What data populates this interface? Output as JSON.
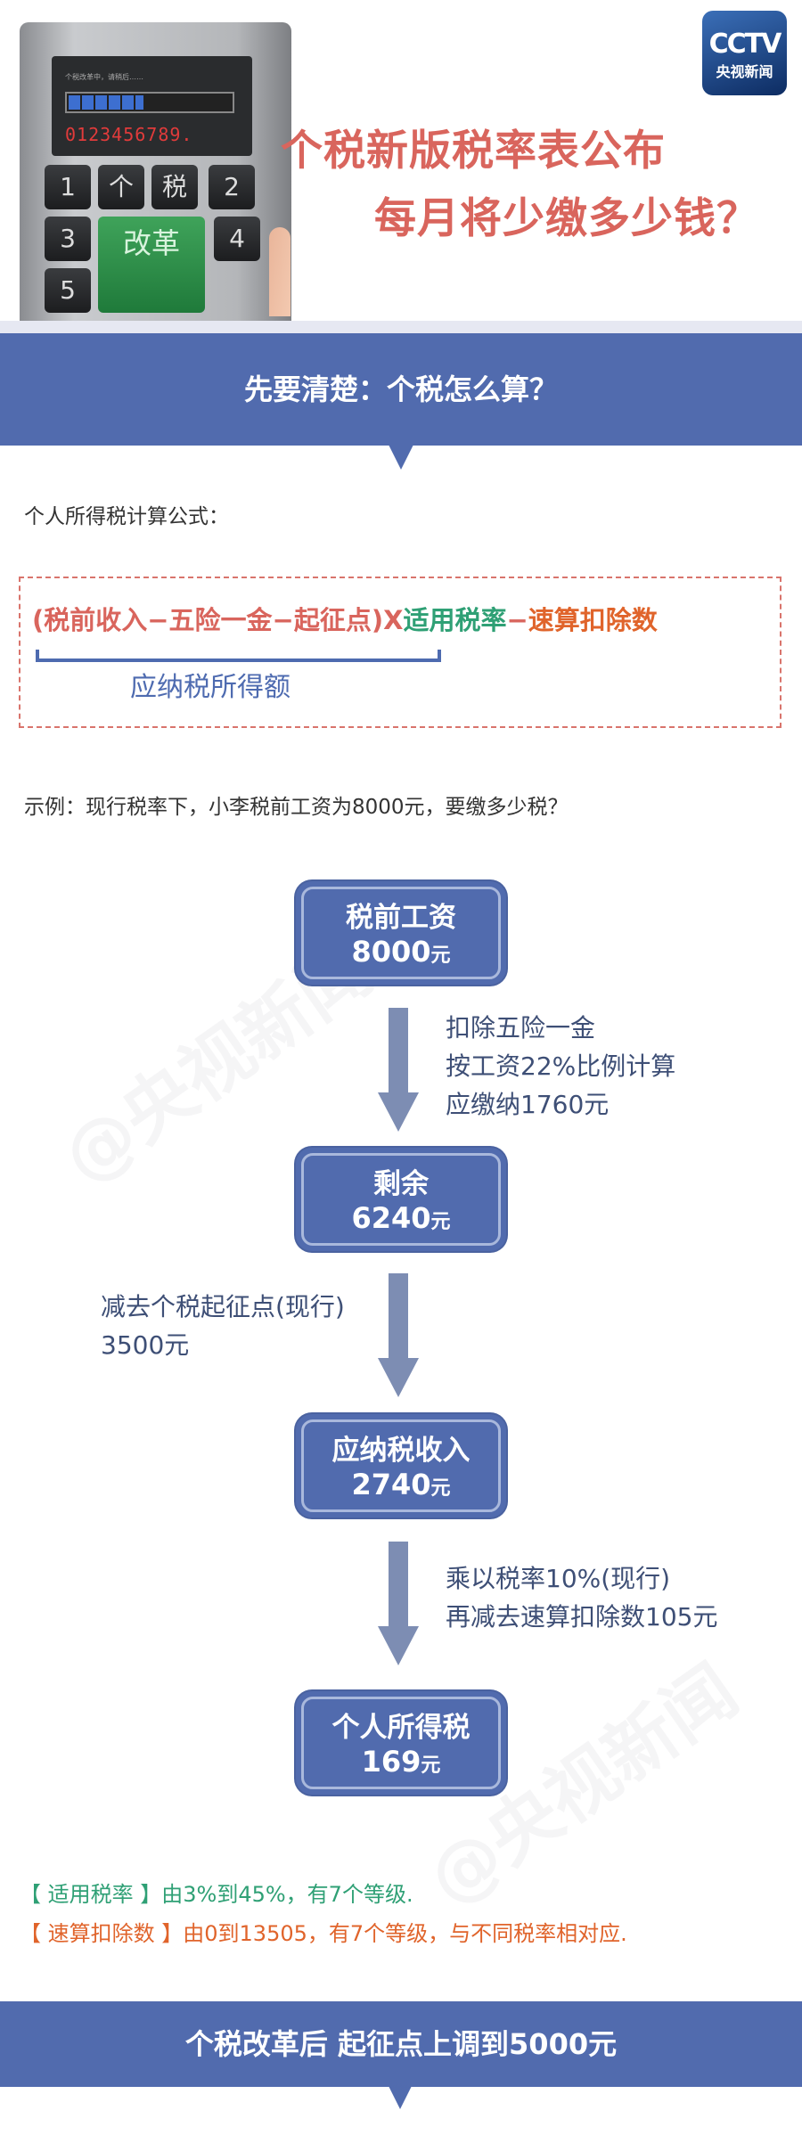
{
  "header": {
    "calculator_screen_text": "个税改革中，请稍后……",
    "calculator_digits": "0123456789.",
    "keys": [
      "1",
      "个",
      "税",
      "2",
      "3",
      "4",
      "5"
    ],
    "green_key": "改革",
    "progress_fraction": 0.45,
    "logo_text": "CCTV",
    "logo_subtext": "央视新闻",
    "title_line1": "个税新版税率表公布",
    "title_line2": "每月将少缴多少钱？"
  },
  "section1": {
    "banner": "先要清楚：个税怎么算？"
  },
  "formula": {
    "label": "个人所得税计算公式：",
    "part_red": "(税前收入−五险一金−起征点)X",
    "part_green": "适用税率",
    "minus": "−",
    "part_orange": "速算扣除数",
    "bracket_label": "应纳税所得额"
  },
  "example": {
    "question": "示例：现行税率下，小李税前工资为8000元，要缴多少税？"
  },
  "flow": {
    "boxes": [
      {
        "title": "税前工资",
        "amount": "8000",
        "unit": "元"
      },
      {
        "title": "剩余",
        "amount": "6240",
        "unit": "元"
      },
      {
        "title": "应纳税收入",
        "amount": "2740",
        "unit": "元"
      },
      {
        "title": "个人所得税",
        "amount": "169",
        "unit": "元"
      }
    ],
    "steps": [
      [
        "扣除五险一金",
        "按工资22%比例计算",
        "应缴纳1760元"
      ],
      [
        "减去个税起征点(现行)",
        "3500元"
      ],
      [
        "乘以税率10%(现行)",
        "再减去速算扣除数105元"
      ]
    ]
  },
  "notes": {
    "rate_tag": "【 适用税率 】",
    "rate_text": "由3%到45%，有7个等级.",
    "deduction_tag": "【 速算扣除数 】",
    "deduction_text": "由0到13505，有7个等级，与不同税率相对应."
  },
  "section2": {
    "banner": "个税改革后 起征点上调到5000元"
  },
  "watermark": "@央视新闻",
  "colors": {
    "banner": "#516bae",
    "title": "#d9655d",
    "green": "#2fa075",
    "orange": "#e0642b"
  }
}
